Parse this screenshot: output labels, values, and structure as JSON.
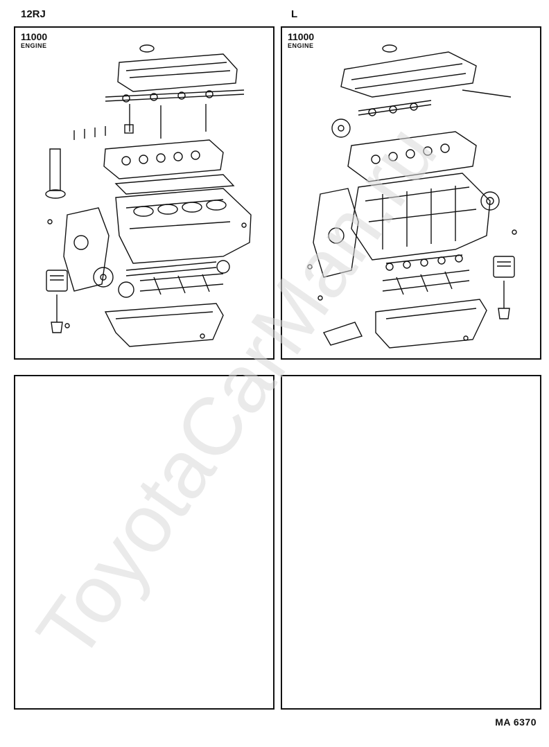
{
  "page": {
    "top_left_label": "12RJ",
    "top_right_label": "L",
    "footer_code": "MA 6370",
    "watermark_text": "ToyotaCarMan.ru"
  },
  "panels": [
    {
      "code": "11000",
      "title": "ENGINE",
      "illustration": "engine-exploded-12rj"
    },
    {
      "code": "11000",
      "title": "ENGINE",
      "illustration": "engine-exploded-l"
    },
    {
      "code": "",
      "title": "",
      "illustration": ""
    },
    {
      "code": "",
      "title": "",
      "illustration": ""
    }
  ],
  "colors": {
    "ink": "#111111",
    "paper": "#ffffff",
    "watermark": "#d8d8d8"
  }
}
